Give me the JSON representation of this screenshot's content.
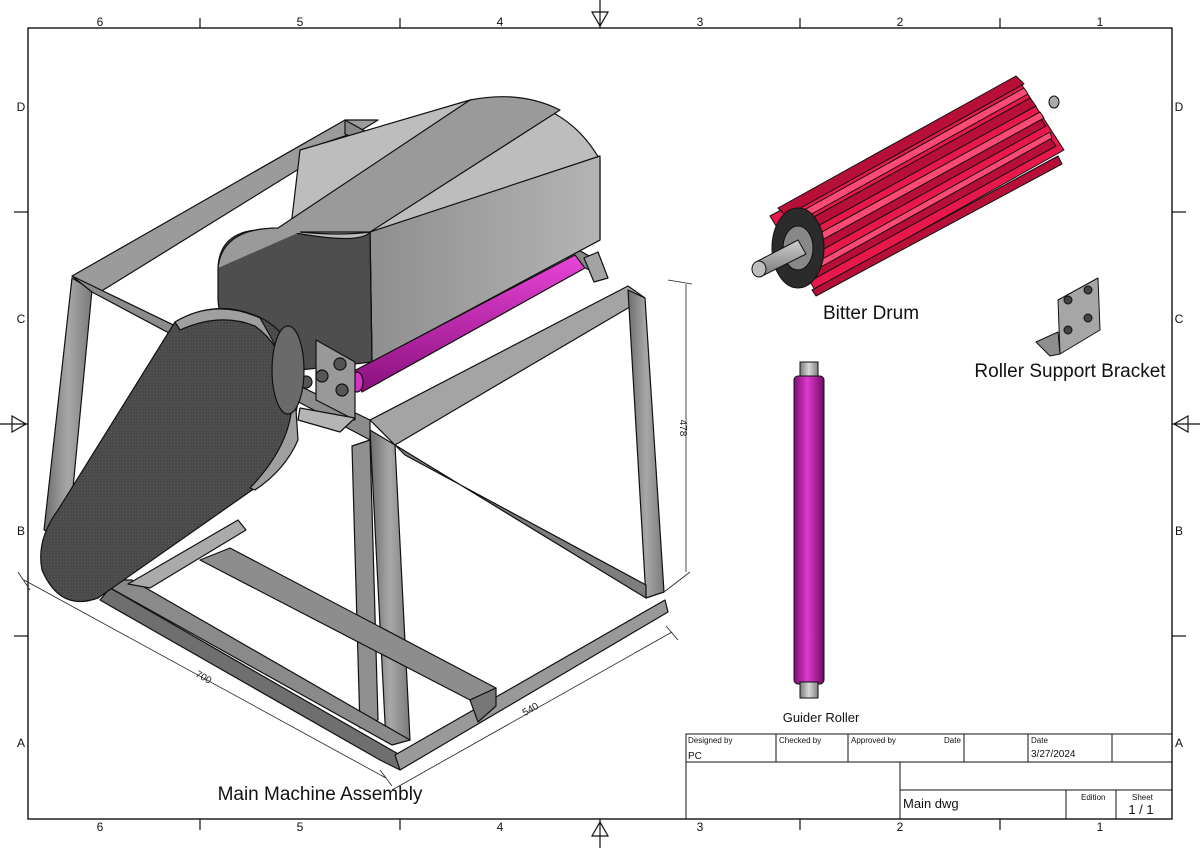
{
  "border": {
    "columns": [
      "6",
      "5",
      "4",
      "3",
      "2",
      "1"
    ],
    "rows": [
      "D",
      "C",
      "B",
      "A"
    ]
  },
  "views": {
    "main_assembly": "Main Machine Assembly",
    "bitter_drum": "Bitter Drum",
    "bracket": "Roller Support Bracket",
    "guider_roller": "Guider Roller"
  },
  "dimensions": {
    "height": "478",
    "length": "700",
    "width": "540"
  },
  "title_block": {
    "designed_by_label": "Designed by",
    "designed_by": "PC",
    "checked_by_label": "Checked by",
    "approved_by_label": "Approved by",
    "date_label_1": "Date",
    "date_label_2": "Date",
    "date": "3/27/2024",
    "title": "Main dwg",
    "edition_label": "Edition",
    "sheet_label": "Sheet",
    "sheet": "1 / 1"
  },
  "colors": {
    "frame": "#8c8c8c",
    "drum": "#e8194a",
    "roller": "#c21fb1",
    "housing": "#9a9a9a"
  }
}
